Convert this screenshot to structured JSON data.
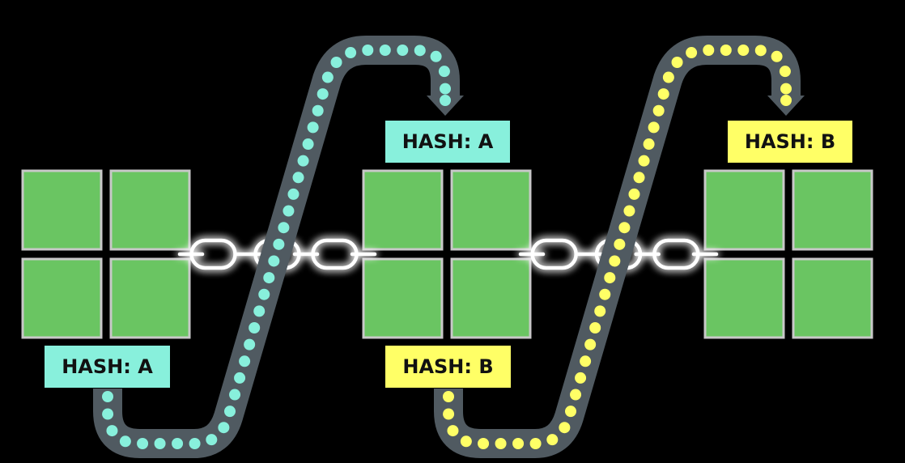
{
  "diagram": {
    "title": "Blockchain hash linking",
    "colors": {
      "background": "#000000",
      "block_fill": "#6ac562",
      "block_border": "#c8c8c8",
      "path": "#505a61",
      "hash_a": "#88f0dc",
      "hash_b": "#ffff66",
      "chain": "#ffffff"
    },
    "blocks": [
      {
        "id": "block-1",
        "cells": 4
      },
      {
        "id": "block-2",
        "cells": 4
      },
      {
        "id": "block-3",
        "cells": 4
      }
    ],
    "labels": {
      "block1_out": "HASH: A",
      "block2_in": "HASH: A",
      "block2_out": "HASH: B",
      "block3_in": "HASH: B"
    },
    "connections": [
      {
        "from": "block-1",
        "to": "block-2",
        "hash": "HASH: A",
        "color": "#88f0dc"
      },
      {
        "from": "block-2",
        "to": "block-3",
        "hash": "HASH: B",
        "color": "#ffff66"
      }
    ]
  }
}
